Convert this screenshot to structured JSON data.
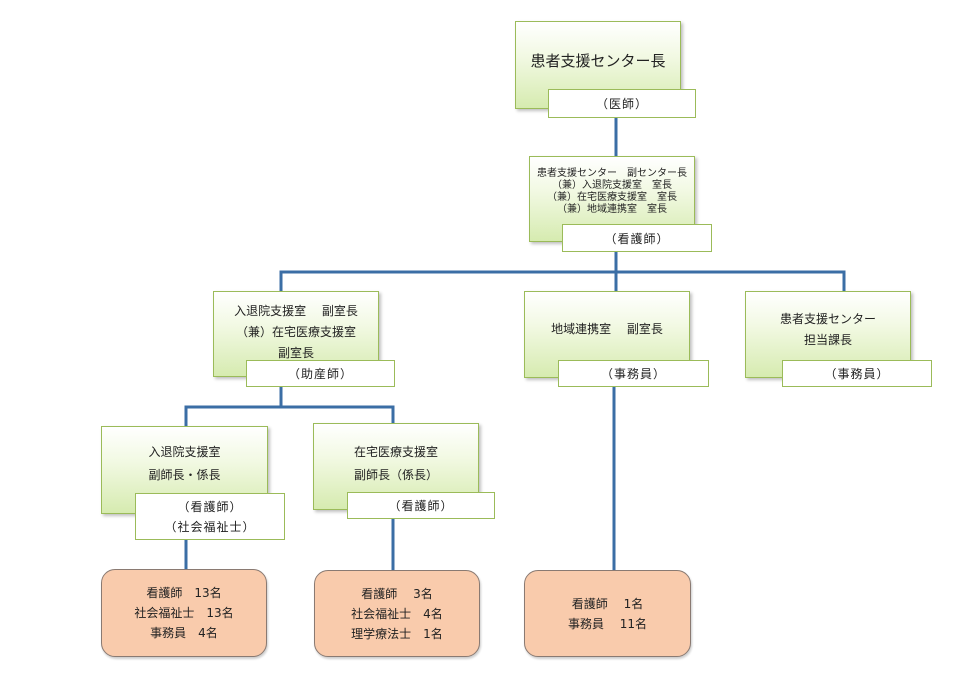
{
  "nodes": {
    "head": {
      "title": "患者支援センター長",
      "role": "（医師）"
    },
    "deputy": {
      "lines": [
        "患者支援センター　副センター長",
        "（兼）入退院支援室　室長",
        "（兼）在宅医療支援室　室長",
        "（兼）地域連携室　室長"
      ],
      "role": "（看護師）"
    },
    "admission_vice": {
      "lines": [
        "入退院支援室　 副室長",
        "（兼）在宅医療支援室",
        "副室長"
      ],
      "role": "（助産師）"
    },
    "regional_vice": {
      "lines": [
        "地域連携室　 副室長"
      ],
      "role": "（事務員）"
    },
    "center_manager": {
      "lines": [
        "患者支援センター",
        "担当課長"
      ],
      "role": "（事務員）"
    },
    "admission_chief": {
      "lines": [
        "入退院支援室",
        "副師長・係長"
      ],
      "roles": [
        "（看護師）",
        "（社会福祉士）"
      ]
    },
    "homecare_chief": {
      "lines": [
        "在宅医療支援室",
        "副師長（係長）"
      ],
      "role": "（看護師）"
    }
  },
  "staff": {
    "admission": [
      "看護師　13名",
      "社会福祉士　13名",
      "事務員　4名"
    ],
    "homecare": [
      "看護師　 3名",
      "社会福祉士　4名",
      "理学療法士　1名"
    ],
    "regional": [
      "看護師　 1名",
      "事務員　 11名"
    ]
  },
  "colors": {
    "connector": "#3b6ea5",
    "box_border": "#9bbb59",
    "staff_fill": "#f9cbac"
  }
}
